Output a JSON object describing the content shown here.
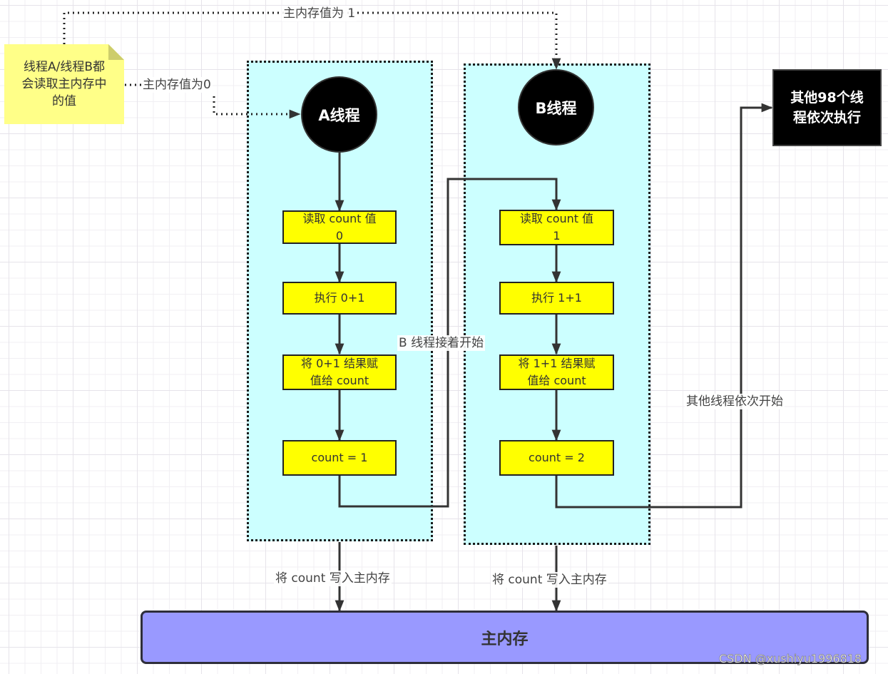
{
  "note": {
    "text": "线程A/线程B都\n会读取主内存中\n的值"
  },
  "edge_labels": {
    "read_value_1": "主内存值为 1",
    "read_value_0": "主内存值为0",
    "b_thread_starts": "B 线程接着开始",
    "others_start": "其他线程依次开始",
    "write_a": "将 count 写入主内存",
    "write_b": "将 count 写入主内存"
  },
  "lane_a": {
    "thread": "A线程",
    "steps": [
      "读取 count 值\n0",
      "执行 0+1",
      "将 0+1 结果赋\n值给 count",
      "count = 1"
    ]
  },
  "lane_b": {
    "thread": "B线程",
    "steps": [
      "读取 count 值\n1",
      "执行 1+1",
      "将 1+1 结果赋\n值给 count",
      "count = 2"
    ]
  },
  "other_threads": {
    "text": "其他98个线\n程依次执行"
  },
  "main_memory": {
    "label": "主内存"
  },
  "watermark": "CSDN @xushiyu1996818",
  "colors": {
    "lane_fill": "#ccffff",
    "step_fill": "#ffff00",
    "note_fill": "#ffff88",
    "memory_fill": "#9999ff",
    "thread_fill": "#000000",
    "edge": "#333333"
  }
}
